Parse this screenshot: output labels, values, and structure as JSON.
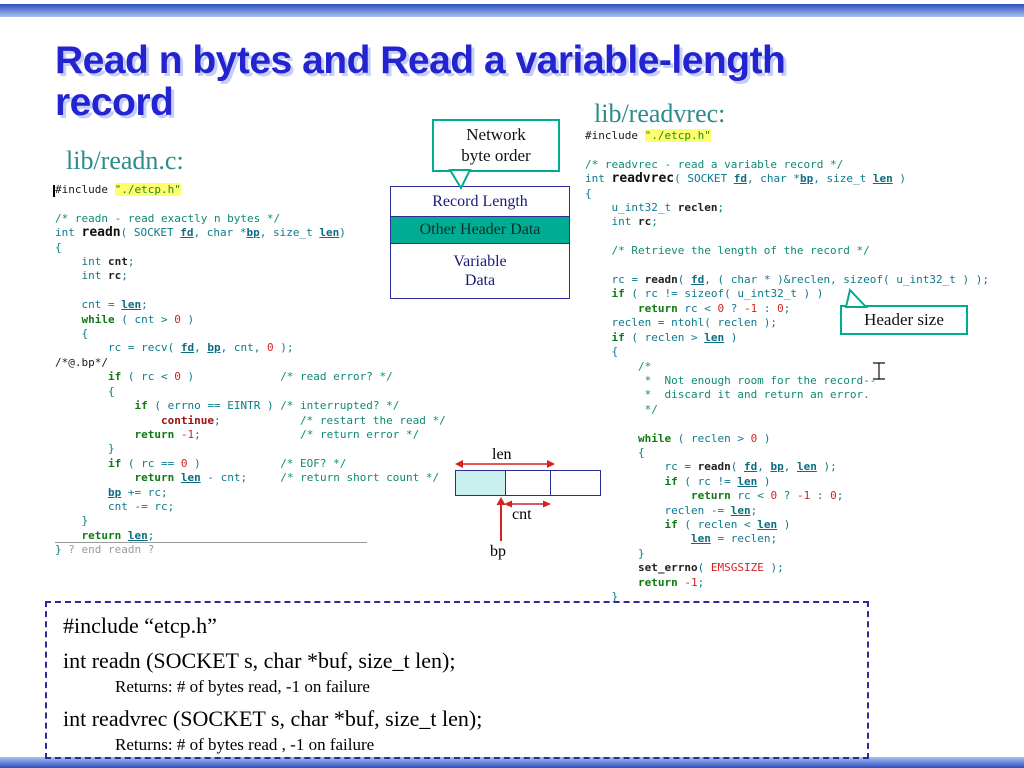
{
  "slide": {
    "title": "Read n bytes and Read a variable-length record",
    "title_line1": "Read n bytes and Read a variable-length",
    "title_line2": "record",
    "left_code_label": "lib/readn.c:",
    "right_code_label": "lib/readvrec:"
  },
  "callouts": {
    "network_byte_order": "Network\nbyte order",
    "header_size": "Header size"
  },
  "record_diagram": {
    "row1": "Record Length",
    "row2": "Other Header Data",
    "row3": "Variable\nData"
  },
  "buffer_diagram": {
    "len": "len",
    "cnt": "cnt",
    "bp": "bp"
  },
  "prototype_box": {
    "include_line": "#include “etcp.h”",
    "readn_prototype": "int readn (SOCKET s, char *buf, size_t len);",
    "readn_returns": "Returns: # of bytes read,  -1 on failure",
    "readvrec_prototype": "int readvrec (SOCKET s, char *buf, size_t len);",
    "readvrec_returns": "Returns: # of bytes read , -1 on failure"
  },
  "colors": {
    "accent_teal": "#00ab8f",
    "record_fill_teal": "#00ad92",
    "title_blue": "#2323cf",
    "border_navy": "#2b2b99",
    "code_teal": "#0b7a8c",
    "number_red": "#d42222",
    "string_highlight": "#ffff6e",
    "buffer_cyan": "#c9f0ee"
  },
  "readn_code": {
    "lines": [
      [
        [
          "x",
          "#include "
        ],
        [
          "s",
          "\"./etcp.h\""
        ]
      ],
      [],
      [
        [
          "c",
          "/* readn - read exactly n bytes */"
        ]
      ],
      [
        [
          "d",
          "int "
        ],
        [
          "B",
          "readn"
        ],
        [
          "d",
          "( SOCKET "
        ],
        [
          "p",
          "fd"
        ],
        [
          "d",
          ", char *"
        ],
        [
          "p",
          "bp"
        ],
        [
          "d",
          ", size_t "
        ],
        [
          "p",
          "len"
        ],
        [
          "d",
          ")"
        ]
      ],
      [
        [
          "d",
          "{"
        ]
      ],
      [
        [
          "d",
          "    int "
        ],
        [
          "b",
          "cnt"
        ],
        [
          "d",
          ";"
        ]
      ],
      [
        [
          "d",
          "    int "
        ],
        [
          "b",
          "rc"
        ],
        [
          "d",
          ";"
        ]
      ],
      [],
      [
        [
          "d",
          "    cnt = "
        ],
        [
          "p",
          "len"
        ],
        [
          "d",
          ";"
        ]
      ],
      [
        [
          "d",
          "    "
        ],
        [
          "k",
          "while"
        ],
        [
          "d",
          " ( cnt > "
        ],
        [
          "n",
          "0"
        ],
        [
          "d",
          " )"
        ]
      ],
      [
        [
          "d",
          "    {"
        ]
      ],
      [
        [
          "d",
          "        rc = recv( "
        ],
        [
          "p",
          "fd"
        ],
        [
          "d",
          ", "
        ],
        [
          "p",
          "bp"
        ],
        [
          "d",
          ", cnt, "
        ],
        [
          "n",
          "0"
        ],
        [
          "d",
          " );"
        ]
      ],
      [
        [
          "x",
          "/*@.bp*/"
        ]
      ],
      [
        [
          "d",
          "        "
        ],
        [
          "k",
          "if"
        ],
        [
          "d",
          " ( rc < "
        ],
        [
          "n",
          "0"
        ],
        [
          "d",
          " )             "
        ],
        [
          "c",
          "/* read error? */"
        ]
      ],
      [
        [
          "d",
          "        {"
        ]
      ],
      [
        [
          "d",
          "            "
        ],
        [
          "k",
          "if"
        ],
        [
          "d",
          " ( errno == EINTR ) "
        ],
        [
          "c",
          "/* interrupted? */"
        ]
      ],
      [
        [
          "d",
          "                "
        ],
        [
          "k2",
          "continue"
        ],
        [
          "d",
          ";            "
        ],
        [
          "c",
          "/* restart the read */"
        ]
      ],
      [
        [
          "d",
          "            "
        ],
        [
          "k",
          "return"
        ],
        [
          "d",
          " "
        ],
        [
          "n",
          "-1"
        ],
        [
          "d",
          ";               "
        ],
        [
          "c",
          "/* return error */"
        ]
      ],
      [
        [
          "d",
          "        }"
        ]
      ],
      [
        [
          "d",
          "        "
        ],
        [
          "k",
          "if"
        ],
        [
          "d",
          " ( rc == "
        ],
        [
          "n",
          "0"
        ],
        [
          "d",
          " )            "
        ],
        [
          "c",
          "/* EOF? */"
        ]
      ],
      [
        [
          "d",
          "            "
        ],
        [
          "k",
          "return"
        ],
        [
          "d",
          " "
        ],
        [
          "p",
          "len"
        ],
        [
          "d",
          " - cnt;     "
        ],
        [
          "c",
          "/* return short count */"
        ]
      ],
      [
        [
          "d",
          "        "
        ],
        [
          "p",
          "bp"
        ],
        [
          "d",
          " += rc;"
        ]
      ],
      [
        [
          "d",
          "        cnt -= rc;"
        ]
      ],
      [
        [
          "d",
          "    }"
        ]
      ],
      [
        [
          "d",
          "    "
        ],
        [
          "k",
          "return"
        ],
        [
          "d",
          " "
        ],
        [
          "p",
          "len"
        ],
        [
          "d",
          ";"
        ]
      ],
      [
        [
          "d",
          "}"
        ],
        [
          "g",
          " ? end readn ?"
        ]
      ]
    ]
  },
  "readvrec_code": {
    "lines": [
      [
        [
          "x",
          "#include "
        ],
        [
          "s",
          "\"./etcp.h\""
        ]
      ],
      [],
      [
        [
          "c",
          "/* readvrec - read a variable record */"
        ]
      ],
      [
        [
          "d",
          "int "
        ],
        [
          "B",
          "readvrec"
        ],
        [
          "d",
          "( SOCKET "
        ],
        [
          "p",
          "fd"
        ],
        [
          "d",
          ", char *"
        ],
        [
          "p",
          "bp"
        ],
        [
          "d",
          ", size_t "
        ],
        [
          "p",
          "len"
        ],
        [
          "d",
          " )"
        ]
      ],
      [
        [
          "d",
          "{"
        ]
      ],
      [
        [
          "d",
          "    u_int32_t "
        ],
        [
          "b",
          "reclen"
        ],
        [
          "d",
          ";"
        ]
      ],
      [
        [
          "d",
          "    int "
        ],
        [
          "b",
          "rc"
        ],
        [
          "d",
          ";"
        ]
      ],
      [],
      [
        [
          "c",
          "    /* Retrieve the length of the record */"
        ]
      ],
      [],
      [
        [
          "d",
          "    rc = "
        ],
        [
          "b",
          "readn"
        ],
        [
          "d",
          "( "
        ],
        [
          "p",
          "fd"
        ],
        [
          "d",
          ", ( char * )&reclen, sizeof( u_int32_t ) );"
        ]
      ],
      [
        [
          "d",
          "    "
        ],
        [
          "k",
          "if"
        ],
        [
          "d",
          " ( rc != sizeof( u_int32_t ) )"
        ]
      ],
      [
        [
          "d",
          "        "
        ],
        [
          "k",
          "return"
        ],
        [
          "d",
          " rc < "
        ],
        [
          "n",
          "0"
        ],
        [
          "d",
          " ? "
        ],
        [
          "n",
          "-1"
        ],
        [
          "d",
          " : "
        ],
        [
          "n",
          "0"
        ],
        [
          "d",
          ";"
        ]
      ],
      [
        [
          "d",
          "    reclen = ntohl( reclen );"
        ]
      ],
      [
        [
          "d",
          "    "
        ],
        [
          "k",
          "if"
        ],
        [
          "d",
          " ( reclen > "
        ],
        [
          "p",
          "len"
        ],
        [
          "d",
          " )"
        ]
      ],
      [
        [
          "d",
          "    {"
        ]
      ],
      [
        [
          "c",
          "        /*"
        ]
      ],
      [
        [
          "c",
          "         *  Not enough room for the record--"
        ]
      ],
      [
        [
          "c",
          "         *  discard it and return an error."
        ]
      ],
      [
        [
          "c",
          "         */"
        ]
      ],
      [],
      [
        [
          "d",
          "        "
        ],
        [
          "k",
          "while"
        ],
        [
          "d",
          " ( reclen > "
        ],
        [
          "n",
          "0"
        ],
        [
          "d",
          " )"
        ]
      ],
      [
        [
          "d",
          "        {"
        ]
      ],
      [
        [
          "d",
          "            rc = "
        ],
        [
          "b",
          "readn"
        ],
        [
          "d",
          "( "
        ],
        [
          "p",
          "fd"
        ],
        [
          "d",
          ", "
        ],
        [
          "p",
          "bp"
        ],
        [
          "d",
          ", "
        ],
        [
          "p",
          "len"
        ],
        [
          "d",
          " );"
        ]
      ],
      [
        [
          "d",
          "            "
        ],
        [
          "k",
          "if"
        ],
        [
          "d",
          " ( rc != "
        ],
        [
          "p",
          "len"
        ],
        [
          "d",
          " )"
        ]
      ],
      [
        [
          "d",
          "                "
        ],
        [
          "k",
          "return"
        ],
        [
          "d",
          " rc < "
        ],
        [
          "n",
          "0"
        ],
        [
          "d",
          " ? "
        ],
        [
          "n",
          "-1"
        ],
        [
          "d",
          " : "
        ],
        [
          "n",
          "0"
        ],
        [
          "d",
          ";"
        ]
      ],
      [
        [
          "d",
          "            reclen -= "
        ],
        [
          "p",
          "len"
        ],
        [
          "d",
          ";"
        ]
      ],
      [
        [
          "d",
          "            "
        ],
        [
          "k",
          "if"
        ],
        [
          "d",
          " ( reclen < "
        ],
        [
          "p",
          "len"
        ],
        [
          "d",
          " )"
        ]
      ],
      [
        [
          "d",
          "                "
        ],
        [
          "p",
          "len"
        ],
        [
          "d",
          " = reclen;"
        ]
      ],
      [
        [
          "d",
          "        }"
        ]
      ],
      [
        [
          "d",
          "        "
        ],
        [
          "b",
          "set_errno"
        ],
        [
          "d",
          "( "
        ],
        [
          "n",
          "EMSGSIZE"
        ],
        [
          "d",
          " );"
        ]
      ],
      [
        [
          "d",
          "        "
        ],
        [
          "k",
          "return"
        ],
        [
          "d",
          " "
        ],
        [
          "n",
          "-1"
        ],
        [
          "d",
          ";"
        ]
      ],
      [
        [
          "d",
          "    }"
        ]
      ]
    ]
  }
}
